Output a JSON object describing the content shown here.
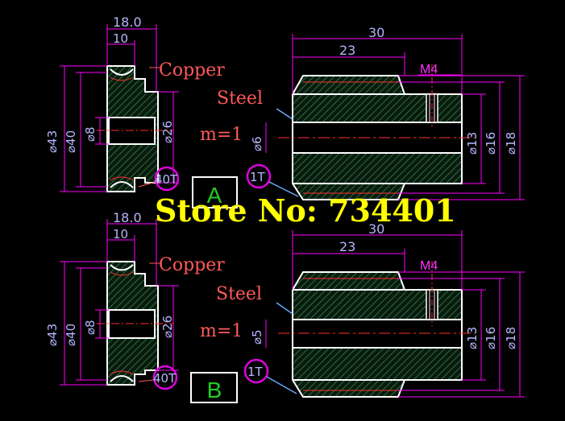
{
  "watermark": "Store No: 734401",
  "colors": {
    "background": "#000000",
    "outline": "#ffffff",
    "dimension": "#ff00ff",
    "centerline": "#ff3030",
    "hatch": "#1f8a3a",
    "text": "#b6b6ff",
    "label": "#ff5a5a",
    "watermark": "#ffff00",
    "callout": "#e000e0"
  },
  "views": [
    {
      "label": "A",
      "pinion": {
        "width_total": "18.0",
        "width_hub": "10",
        "dia_outer": "⌀43",
        "dia_pitch": "⌀40",
        "dia_bore": "⌀8",
        "dia_hub": "⌀26",
        "teeth": "40T",
        "material": "Copper"
      },
      "worm": {
        "length_total": "30",
        "length_thread": "23",
        "screw": "M4",
        "dia_bore": "⌀6",
        "dia_13": "⌀13",
        "dia_16": "⌀16",
        "dia_18": "⌀18",
        "teeth": "1T",
        "material": "Steel",
        "module": "m=1"
      }
    },
    {
      "label": "B",
      "pinion": {
        "width_total": "18.0",
        "width_hub": "10",
        "dia_outer": "⌀43",
        "dia_pitch": "⌀40",
        "dia_bore": "⌀8",
        "dia_hub": "⌀26",
        "teeth": "40T",
        "material": "Copper"
      },
      "worm": {
        "length_total": "30",
        "length_thread": "23",
        "screw": "M4",
        "dia_bore": "⌀5",
        "dia_13": "⌀13",
        "dia_16": "⌀16",
        "dia_18": "⌀18",
        "teeth": "1T",
        "material": "Steel",
        "module": "m=1"
      }
    }
  ]
}
